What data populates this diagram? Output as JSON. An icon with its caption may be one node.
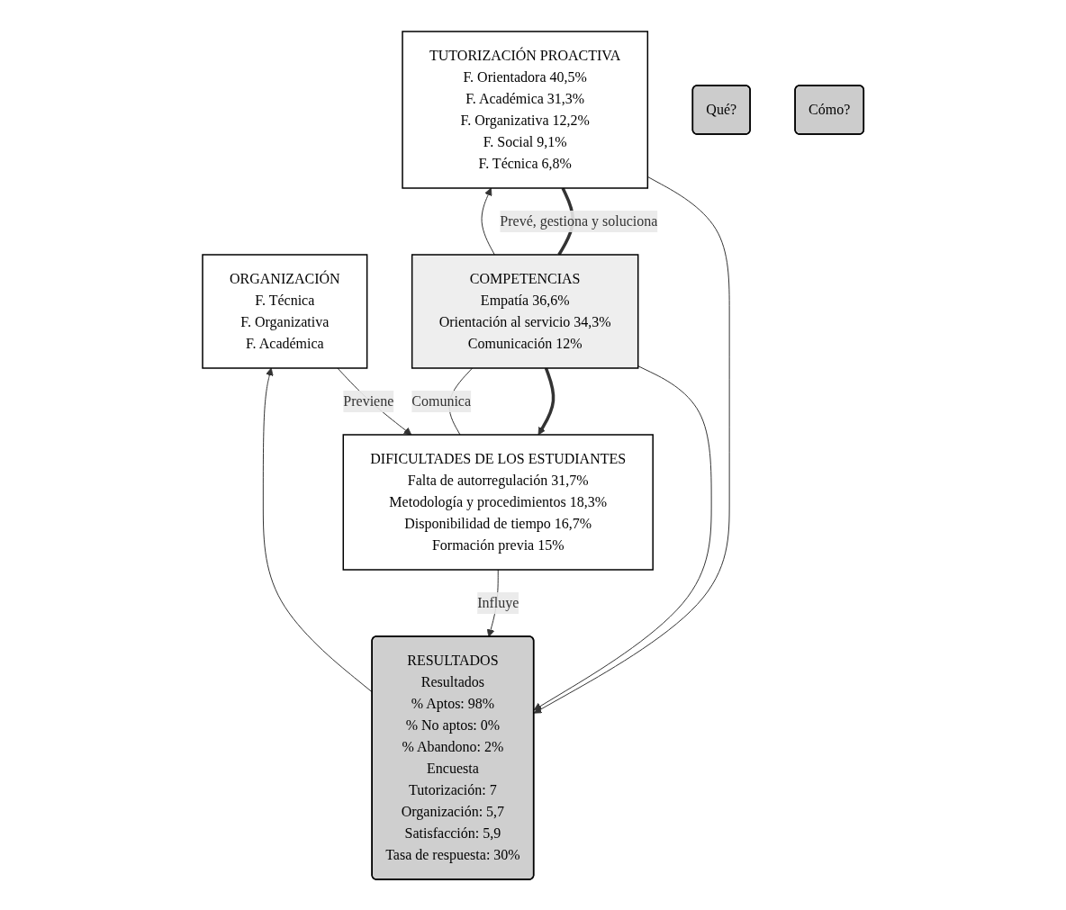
{
  "diagram": {
    "nodes": [
      {
        "text": [
          "ORGANIZACIÓN",
          "F. Técnica",
          "F. Organizativa",
          "F. Académica"
        ]
      },
      {
        "text": [
          "TUTORIZACIÓN PROACTIVA",
          "F. Orientadora 40,5%",
          "F. Académica 31,3%",
          "F. Organizativa 12,2%",
          "F. Social 9,1%",
          "F. Técnica 6,8%"
        ]
      },
      {
        "text": [
          "Qué?"
        ]
      },
      {
        "text": [
          "RESULTADOS",
          "Resultados",
          "% Aptos: 98%",
          "% No aptos: 0%",
          "% Abandono: 2%",
          "Encuesta",
          "Tutorización: 7",
          "Organización: 5,7",
          "Satisfacción: 5,9",
          "Tasa de respuesta: 30%"
        ]
      },
      {
        "text": [
          "COMPETENCIAS",
          "Empatía 36,6%",
          "Orientación al servicio 34,3%",
          "Comunicación 12%"
        ]
      },
      {
        "text": [
          "Cómo?"
        ]
      },
      {
        "text": [
          "DIFICULTADES DE LOS ESTUDIANTES",
          "Falta de autorregulación 31,7%",
          "Metodología y procedimientos 18,3%",
          "Disponibilidad de tiempo 16,7%",
          "Formación previa 15%"
        ]
      }
    ],
    "edges": [
      {
        "from": 3,
        "to": 0,
        "arrow": "to"
      },
      {
        "from": 1,
        "to": 3,
        "arrow": "to"
      },
      {
        "from": 4,
        "to": 1,
        "arrow": "to"
      },
      {
        "from": 1,
        "to": 4,
        "arrow": "none",
        "label": "Prevé, gestiona y soluciona",
        "style": "thick"
      },
      {
        "from": 0,
        "to": 6,
        "arrow": "to",
        "label": "Previene"
      },
      {
        "from": 4,
        "to": 3,
        "arrow": "to"
      },
      {
        "from": 4,
        "to": 6,
        "arrow": "to",
        "style": "thick"
      },
      {
        "from": 4,
        "to": 6,
        "arrow": "none",
        "label": "Comunica"
      },
      {
        "from": 6,
        "to": 3,
        "arrow": "to",
        "label": "Influye"
      }
    ]
  }
}
